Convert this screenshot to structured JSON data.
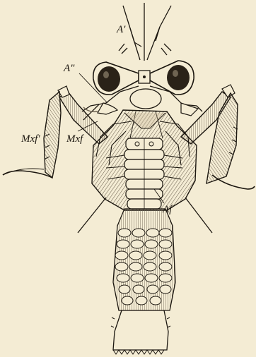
{
  "labels": {
    "antennule": "A'",
    "antenna": "A\"",
    "maxillipede_outer": "Mxf'",
    "maxillipede_inner": "Mxf",
    "abdominal_feet": "Af"
  },
  "colors": {
    "paper": "#f4ecd4",
    "ink": "#1c1710",
    "shade": "#6f6452",
    "carapace": "#c8b898",
    "eye": "#2a2218"
  }
}
